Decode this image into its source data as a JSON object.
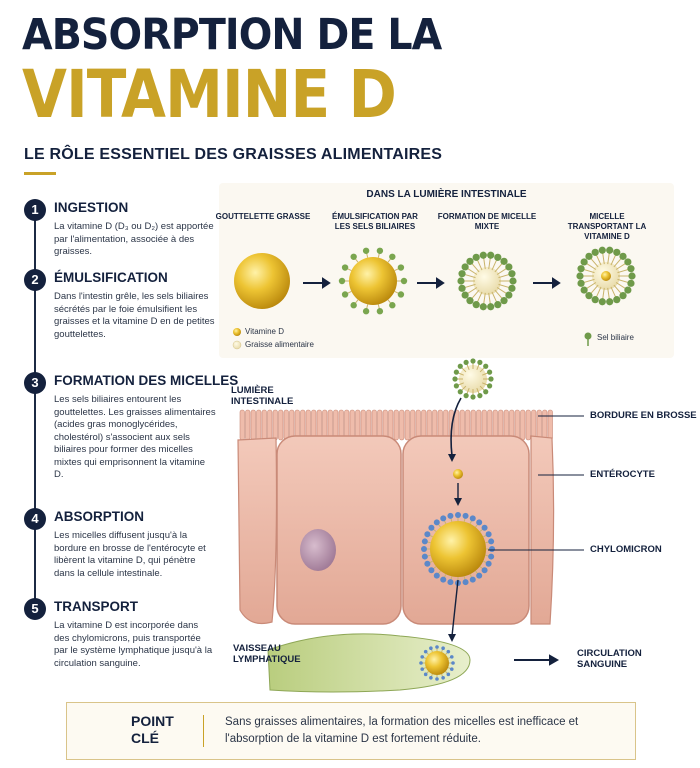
{
  "header": {
    "title_line1": "ABSORPTION DE LA",
    "title_line2": "VITAMINE D",
    "subtitle": "LE RÔLE ESSENTIEL DES GRAISSES ALIMENTAIRES"
  },
  "steps": [
    {
      "number": "1",
      "title": "INGESTION",
      "body": "La vitamine D (D₃ ou D₂) est apportée par l'alimentation, associée à des graisses."
    },
    {
      "number": "2",
      "title": "ÉMULSIFICATION",
      "body": "Dans l'intestin grêle, les sels biliaires sécrétés par le foie émulsifient les graisses et la vitamine D en de petites gouttelettes."
    },
    {
      "number": "3",
      "title": "FORMATION DES MICELLES",
      "body": "Les sels biliaires entourent les gouttelettes. Les graisses alimentaires (acides gras monoglycérides, cholestérol) s'associent aux sels biliaires pour former des micelles mixtes qui emprisonnent la vitamine D."
    },
    {
      "number": "4",
      "title": "ABSORPTION",
      "body": "Les micelles diffusent jusqu'à la bordure en brosse de l'entérocyte et libèrent la vitamine D, qui pénètre dans la cellule intestinale."
    },
    {
      "number": "5",
      "title": "TRANSPORT",
      "body": "La vitamine D est incorporée dans des chylomicrons, puis transportée par le système lymphatique jusqu'à la circulation sanguine."
    }
  ],
  "lumen_panel": {
    "title": "DANS LA LUMIÈRE INTESTINALE",
    "stages": [
      {
        "label": "GOUTTELETTE GRASSE"
      },
      {
        "label": "ÉMULSIFICATION PAR LES SELS BILIAIRES"
      },
      {
        "label": "FORMATION DE MICELLE MIXTE"
      },
      {
        "label": "MICELLE TRANSPORTANT LA VITAMINE D"
      }
    ],
    "legend": {
      "vitamin_d": "Vitamine D",
      "dietary_fat": "Graisse alimentaire",
      "bile_salt": "Sel biliaire"
    }
  },
  "cell_diagram": {
    "lumen_label": "LUMIÈRE INTESTINALE",
    "brush_border": "BORDURE EN BROSSE",
    "enterocyte": "ENTÉROCYTE",
    "chylomicron": "CHYLOMICRON",
    "lymph_vessel": "VAISSEAU LYMPHATIQUE",
    "blood_circulation": "CIRCULATION SANGUINE"
  },
  "key_point": {
    "title": "POINT CLÉ",
    "text": "Sans graisses alimentaires, la formation des micelles est inefficace et l'absorption de la vitamine D est fortement réduite."
  },
  "colors": {
    "navy": "#14213d",
    "gold": "#c9a227",
    "vitamin_d": "#e5b82a",
    "micelle_green": "#6f9a4a",
    "cell_pink": "#e9b5a4"
  },
  "icons": {
    "key_point": "check-icon",
    "arrow": "arrow-right-icon"
  }
}
